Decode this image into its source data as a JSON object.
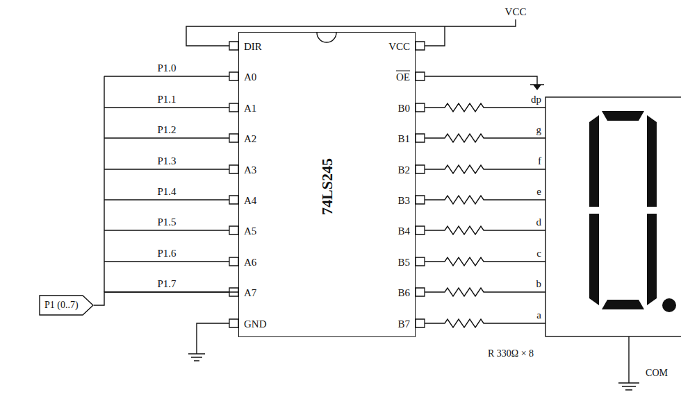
{
  "diagram": {
    "nodes": [
      {
        "text": [
          "74LS245",
          "DIR",
          "A0",
          "A1",
          "A2",
          "A3",
          "A4",
          "A5",
          "A6",
          "A7",
          "GND",
          "VCC",
          "OE",
          "B0",
          "B1",
          "B2",
          "B3",
          "B4",
          "B5",
          "B6",
          "B7"
        ]
      },
      {
        "text": [
          "P1 (0..7)"
        ]
      }
    ],
    "edges": [
      {
        "from": 1,
        "to": 0,
        "arrow": "none"
      }
    ],
    "labels": [
      "VCC",
      "P1.0",
      "P1.1",
      "P1.2",
      "P1.3",
      "P1.4",
      "P1.5",
      "P1.6",
      "P1.7",
      "dp",
      "g",
      "f",
      "e",
      "d",
      "c",
      "b",
      "a",
      "R 330Ω × 8",
      "COM"
    ]
  }
}
